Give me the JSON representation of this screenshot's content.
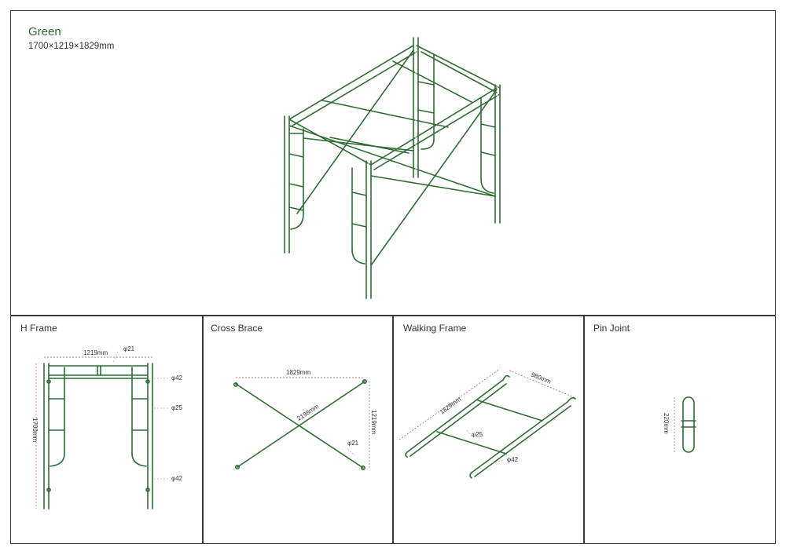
{
  "header": {
    "title": "Green",
    "dimensions": "1700×1219×1829mm"
  },
  "panels": {
    "h_frame": {
      "label": "H Frame",
      "dim_width": "1219mm",
      "dim_height": "1700mm",
      "phi_top": "φ21",
      "phi_upper": "φ42",
      "phi_mid": "φ25",
      "phi_lower": "φ42"
    },
    "cross_brace": {
      "label": "Cross Brace",
      "dim_width": "1829mm",
      "dim_diag": "2198mm",
      "dim_height": "1219mm",
      "phi": "φ21"
    },
    "walking_frame": {
      "label": "Walking Frame",
      "dim_length": "1829mm",
      "dim_width": "980mm",
      "phi_mid": "φ25",
      "phi_side": "φ42"
    },
    "pin_joint": {
      "label": "Pin Joint",
      "dim_height": "220mm"
    }
  },
  "colors": {
    "frame_green": "#2f6b33",
    "title_green": "#2e6b2e",
    "border": "#3a3a3a",
    "dim_line": "#b24a4a"
  }
}
